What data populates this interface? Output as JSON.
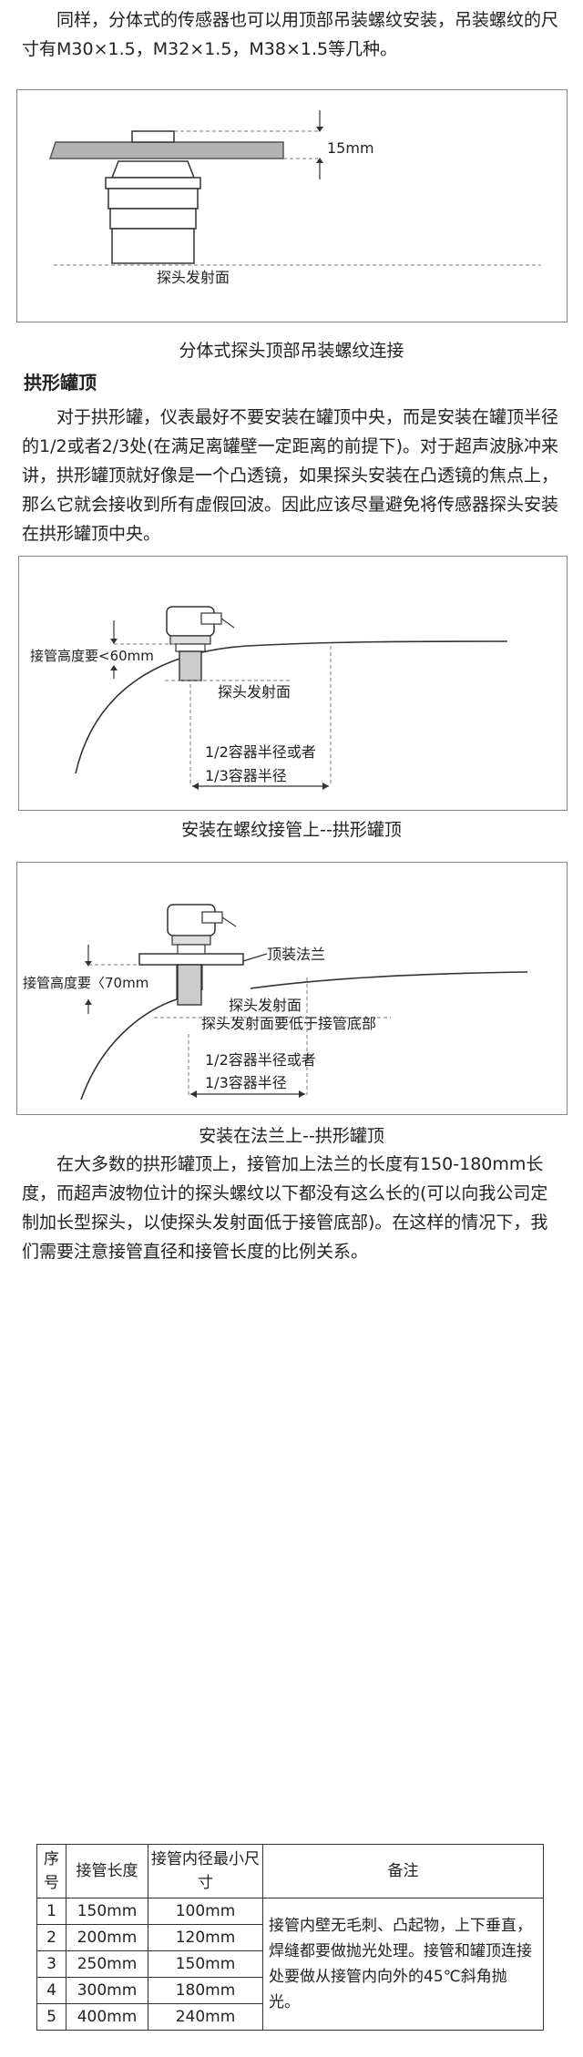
{
  "intro": "同样，分体式的传感器也可以用顶部吊装螺纹安装，吊装螺纹的尺寸有M30×1.5，M32×1.5，M38×1.5等几种。",
  "figure1": {
    "dim_label": "15mm",
    "face_label": "探头发射面",
    "caption": "分体式探头顶部吊装螺纹连接"
  },
  "section_title": "拱形罐顶",
  "para2": "对于拱形罐，仪表最好不要安装在罐顶中央，而是安装在罐顶半径的1/2或者2/3处(在满足离罐壁一定距离的前提下)。对于超声波脉冲来讲，拱形罐顶就好像是一个凸透镜，如果探头安装在凸透镜的焦点上，那么它就会接收到所有虚假回波。因此应该尽量避免将传感器探头安装在拱形罐顶中央。",
  "figure2": {
    "pipe_height": "接管高度要<60mm",
    "face_label": "探头发射面",
    "radius1": "1/2容器半径或者",
    "radius2": "1/3容器半径",
    "caption": "安装在螺纹接管上--拱形罐顶"
  },
  "figure3": {
    "flange_label": "顶装法兰",
    "pipe_height": "接管高度要〈70mm",
    "face_label": "探头发射面",
    "face_note": "探头发射面要低于接管底部",
    "radius1": "1/2容器半径或者",
    "radius2": "1/3容器半径",
    "caption": "安装在法兰上--拱形罐顶"
  },
  "para3": "在大多数的拱形罐顶上，接管加上法兰的长度有150-180mm长度，而超声波物位计的探头螺纹以下都没有这么长的(可以向我公司定制加长型探头，以使探头发射面低于接管底部)。在这样的情况下，我们需要注意接管直径和接管长度的比例关系。",
  "table": {
    "headers": [
      "序号",
      "接管长度",
      "接管内径最小尺寸",
      "备注"
    ],
    "rows": [
      [
        "1",
        "150mm",
        "100mm"
      ],
      [
        "2",
        "200mm",
        "120mm"
      ],
      [
        "3",
        "250mm",
        "150mm"
      ],
      [
        "4",
        "300mm",
        "180mm"
      ],
      [
        "5",
        "400mm",
        "240mm"
      ]
    ],
    "note": "接管内壁无毛刺、凸起物，上下垂直，焊缝都要做抛光处理。接管和罐顶连接处要做从接管内向外的45℃斜角抛光。"
  }
}
